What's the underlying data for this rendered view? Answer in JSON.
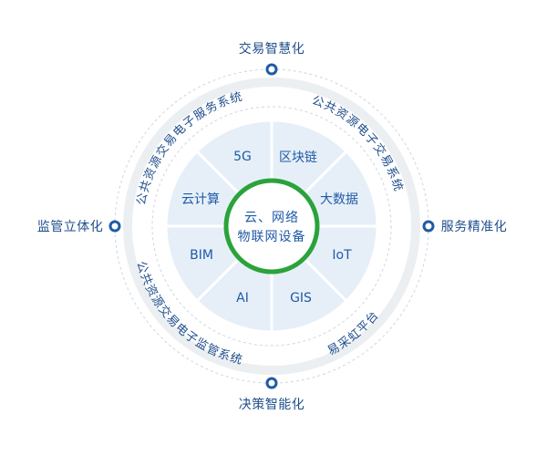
{
  "center": {
    "line1": "云、网络",
    "line2": "物联网设备"
  },
  "segments": [
    "区块链",
    "大数据",
    "IoT",
    "GIS",
    "AI",
    "BIM",
    "云计算",
    "5G"
  ],
  "ring_labels": {
    "top_right": "公共资源电子交易系统",
    "top_left": "公共资源交易电子服务系统",
    "bottom_left": "公共资源交易电子监管系统",
    "bottom_right": "易采虹平台"
  },
  "nodes": {
    "top": "交易智慧化",
    "right": "服务精准化",
    "bottom": "决策智能化",
    "left": "监管立体化"
  },
  "colors": {
    "accent_green": "#2aa33a",
    "segment_fill": "#e6eff8",
    "node_blue": "#1f5aa6",
    "text_blue": "#1f4e8c"
  }
}
